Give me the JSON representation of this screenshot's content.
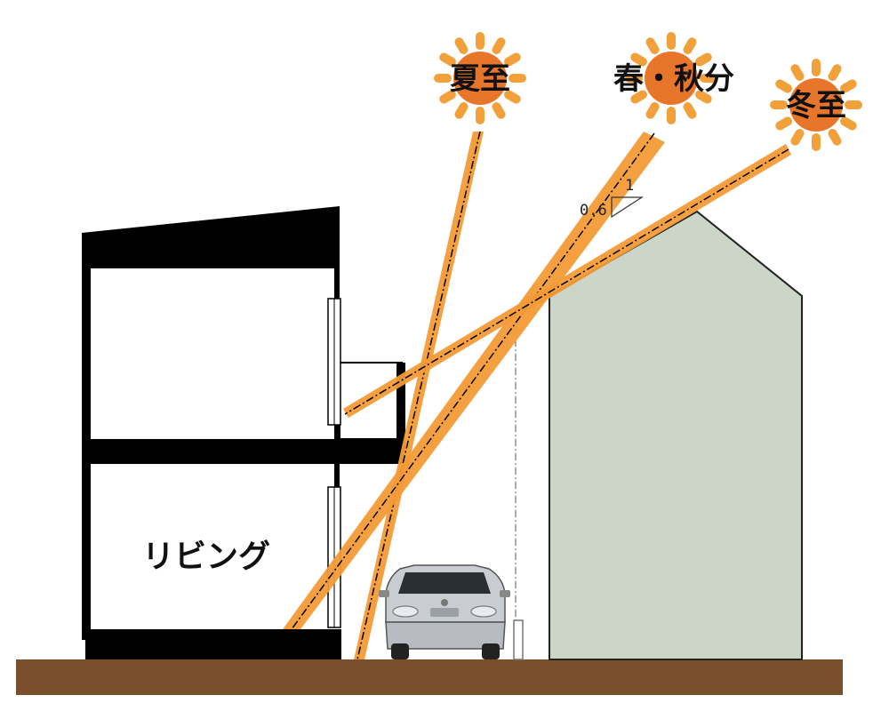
{
  "suns": [
    {
      "id": "summer",
      "label": "夏至"
    },
    {
      "id": "equinox",
      "label": "春・秋分"
    },
    {
      "id": "winter",
      "label": "冬至"
    }
  ],
  "room_label": "リビング",
  "roof_slope": {
    "rise": "0.6",
    "run": "1"
  },
  "colors": {
    "sunray": "#f39b37",
    "sun_body": "#e8762a",
    "ground": "#7a4f2b",
    "neighbor_house": "#cbd5c8",
    "building": "#000000"
  },
  "icons": [
    "sun-icon",
    "car-icon"
  ]
}
